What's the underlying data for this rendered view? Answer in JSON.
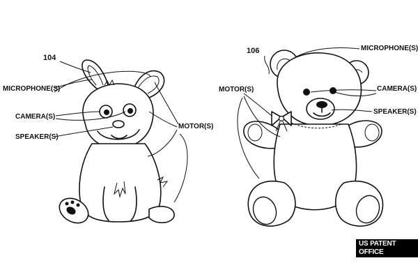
{
  "figures": {
    "rabbit": {
      "number": "104",
      "labels": {
        "microphone": "MICROPHONE(S)",
        "camera": "CAMERA(S)",
        "speaker": "SPEAKER(S)",
        "motor": "MOTOR(S)"
      }
    },
    "bear": {
      "number": "106",
      "labels": {
        "microphone": "MICROPHONE(S)",
        "camera": "CAMERA(S)",
        "speaker": "SPEAKER(S)",
        "motor": "MOTOR(S)"
      }
    }
  },
  "credit": "US PATENT OFFICE"
}
